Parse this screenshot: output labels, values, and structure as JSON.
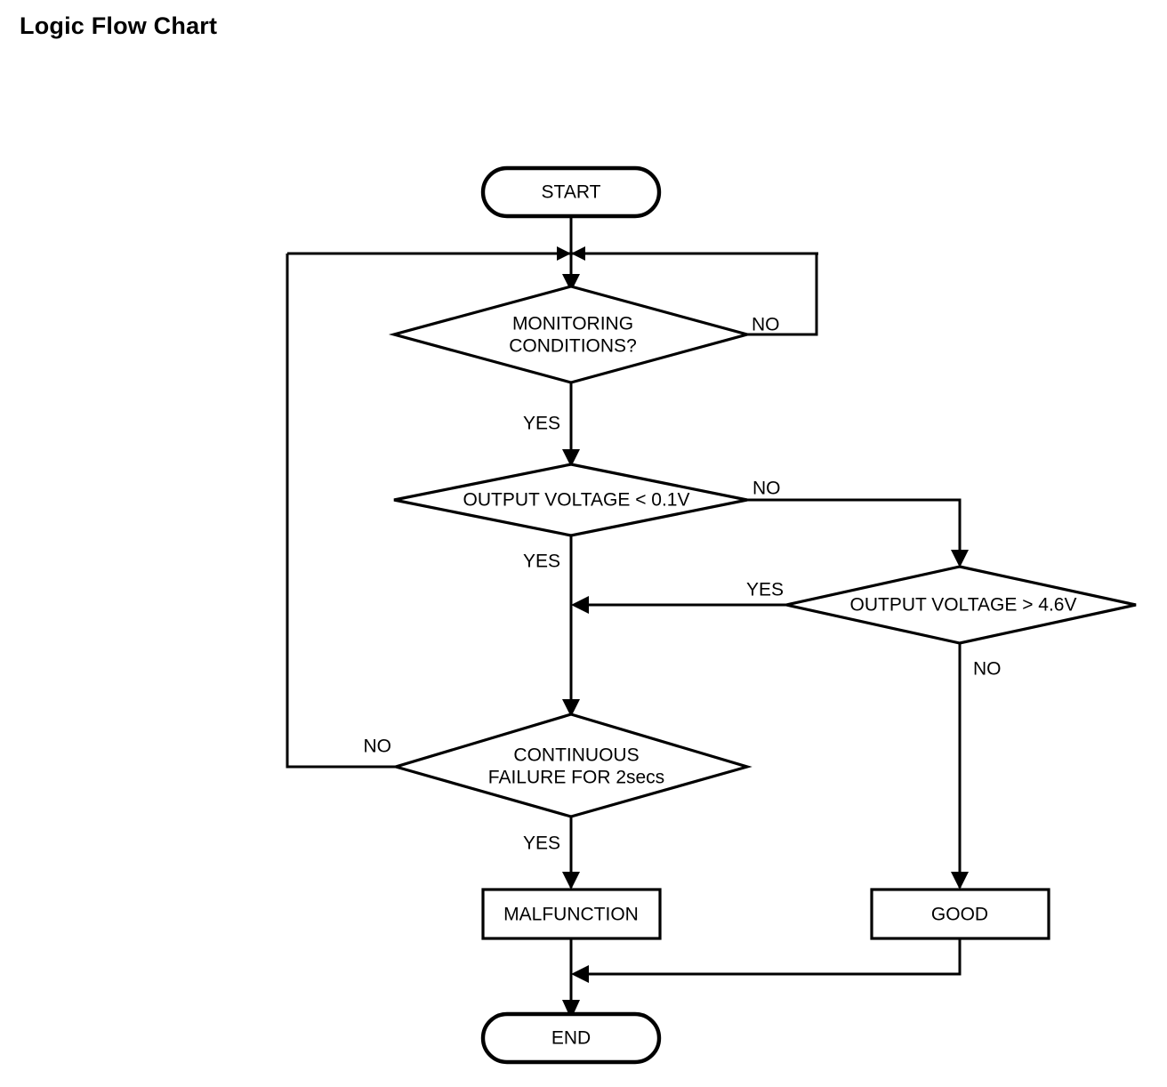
{
  "page": {
    "title": "Logic Flow Chart",
    "background_color": "#ffffff",
    "ink_color": "#000000"
  },
  "chart_data": {
    "type": "diagram",
    "diagram_kind": "flowchart",
    "title": "Logic Flow Chart",
    "orientation": "top-to-bottom",
    "nodes": [
      {
        "id": "start",
        "shape": "terminator",
        "label": "START"
      },
      {
        "id": "monitoring",
        "shape": "decision",
        "label": "MONITORING CONDITIONS?",
        "label_line1": "MONITORING",
        "label_line2": "CONDITIONS?"
      },
      {
        "id": "volt_low",
        "shape": "decision",
        "label": "OUTPUT VOLTAGE < 0.1V"
      },
      {
        "id": "volt_high",
        "shape": "decision",
        "label": "OUTPUT VOLTAGE > 4.6V"
      },
      {
        "id": "continuous",
        "shape": "decision",
        "label": "CONTINUOUS FAILURE FOR 2secs",
        "label_line1": "CONTINUOUS",
        "label_line2": "FAILURE FOR 2secs"
      },
      {
        "id": "malfunction",
        "shape": "process",
        "label": "MALFUNCTION"
      },
      {
        "id": "good",
        "shape": "process",
        "label": "GOOD"
      },
      {
        "id": "end",
        "shape": "terminator",
        "label": "END"
      }
    ],
    "edges": [
      {
        "from": "start",
        "to": "monitoring",
        "label": ""
      },
      {
        "from": "monitoring",
        "to": "start_join",
        "label": "NO",
        "route": "right-up-loop"
      },
      {
        "from": "monitoring",
        "to": "volt_low",
        "label": "YES"
      },
      {
        "from": "volt_low",
        "to": "volt_high",
        "label": "NO",
        "route": "right-down"
      },
      {
        "from": "volt_low",
        "to": "continuous",
        "label": "YES"
      },
      {
        "from": "volt_high",
        "to": "continuous",
        "label": "YES",
        "route": "left-merge"
      },
      {
        "from": "volt_high",
        "to": "good",
        "label": "NO"
      },
      {
        "from": "continuous",
        "to": "start_join",
        "label": "NO",
        "route": "left-up-loop"
      },
      {
        "from": "continuous",
        "to": "malfunction",
        "label": "YES"
      },
      {
        "from": "malfunction",
        "to": "end",
        "label": ""
      },
      {
        "from": "good",
        "to": "end",
        "label": "",
        "route": "down-left-merge"
      }
    ]
  },
  "labels": {
    "start": "START",
    "monitoring_line1": "MONITORING",
    "monitoring_line2": "CONDITIONS?",
    "monitoring_no": "NO",
    "monitoring_yes": "YES",
    "volt_low": "OUTPUT VOLTAGE < 0.1V",
    "volt_low_no": "NO",
    "volt_low_yes": "YES",
    "volt_high": "OUTPUT VOLTAGE > 4.6V",
    "volt_high_yes": "YES",
    "volt_high_no": "NO",
    "continuous_line1": "CONTINUOUS",
    "continuous_line2": "FAILURE FOR 2secs",
    "continuous_no": "NO",
    "continuous_yes": "YES",
    "malfunction": "MALFUNCTION",
    "good": "GOOD",
    "end": "END"
  }
}
